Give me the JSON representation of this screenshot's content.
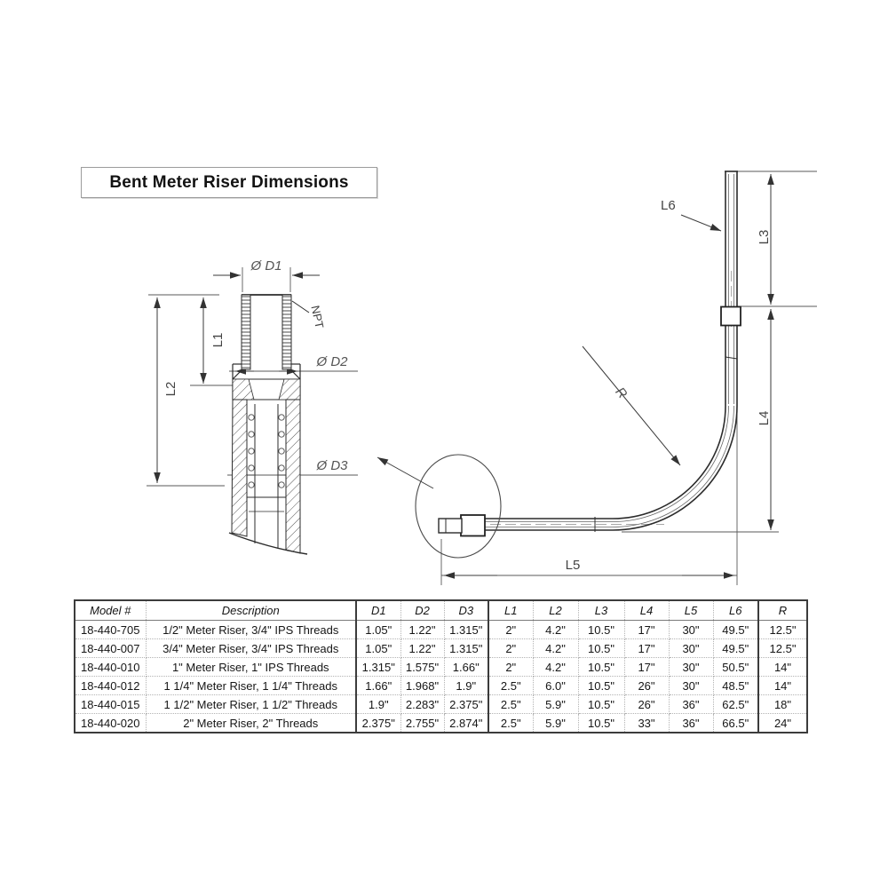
{
  "title": "Bent Meter Riser Dimensions",
  "diagram": {
    "detail_labels": {
      "d1": "Ø D1",
      "npt": "NPT",
      "l1": "L1",
      "l2": "L2",
      "d2": "Ø D2",
      "d3": "Ø D3"
    },
    "riser_labels": {
      "l3": "L3",
      "l4": "L4",
      "l5": "L5",
      "l6": "L6",
      "r": "R"
    }
  },
  "table": {
    "headers": [
      "Model #",
      "Description",
      "D1",
      "D2",
      "D3",
      "L1",
      "L2",
      "L3",
      "L4",
      "L5",
      "L6",
      "R"
    ],
    "rows": [
      [
        "18-440-705",
        "1/2\" Meter Riser, 3/4\" IPS Threads",
        "1.05\"",
        "1.22\"",
        "1.315\"",
        "2\"",
        "4.2\"",
        "10.5\"",
        "17\"",
        "30\"",
        "49.5\"",
        "12.5\""
      ],
      [
        "18-440-007",
        "3/4\" Meter Riser, 3/4\" IPS Threads",
        "1.05\"",
        "1.22\"",
        "1.315\"",
        "2\"",
        "4.2\"",
        "10.5\"",
        "17\"",
        "30\"",
        "49.5\"",
        "12.5\""
      ],
      [
        "18-440-010",
        "1\" Meter Riser, 1\" IPS Threads",
        "1.315\"",
        "1.575\"",
        "1.66\"",
        "2\"",
        "4.2\"",
        "10.5\"",
        "17\"",
        "30\"",
        "50.5\"",
        "14\""
      ],
      [
        "18-440-012",
        "1 1/4\" Meter Riser, 1 1/4\" Threads",
        "1.66\"",
        "1.968\"",
        "1.9\"",
        "2.5\"",
        "6.0\"",
        "10.5\"",
        "26\"",
        "30\"",
        "48.5\"",
        "14\""
      ],
      [
        "18-440-015",
        "1 1/2\" Meter Riser, 1 1/2\" Threads",
        "1.9\"",
        "2.283\"",
        "2.375\"",
        "2.5\"",
        "5.9\"",
        "10.5\"",
        "26\"",
        "36\"",
        "62.5\"",
        "18\""
      ],
      [
        "18-440-020",
        "2\" Meter Riser, 2\" Threads",
        "2.375\"",
        "2.755\"",
        "2.874\"",
        "2.5\"",
        "5.9\"",
        "10.5\"",
        "33\"",
        "36\"",
        "66.5\"",
        "24\""
      ]
    ]
  },
  "colors": {
    "drawing_line": "#2b2b2b",
    "dimension_line": "#5a5a5a",
    "label_text": "#555555",
    "table_border": "#3c3c3c",
    "table_text": "#161616"
  }
}
